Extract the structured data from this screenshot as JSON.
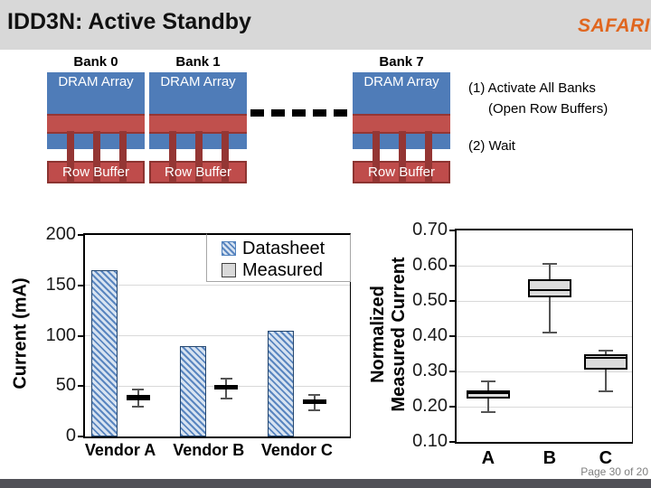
{
  "header": {
    "title": "IDD3N: Active Standby",
    "logo": "SAFARI"
  },
  "banks": [
    {
      "name": "Bank 0",
      "array_label": "DRAM Array",
      "buffer_label": "Row Buffer"
    },
    {
      "name": "Bank 1",
      "array_label": "DRAM Array",
      "buffer_label": "Row Buffer"
    },
    {
      "name": "Bank 7",
      "array_label": "DRAM Array",
      "buffer_label": "Row Buffer"
    }
  ],
  "annotations": {
    "step1": "(1) Activate All Banks",
    "step1_sub": "(Open Row Buffers)",
    "step2": "(2) Wait"
  },
  "footer": {
    "page_label": "Page 30 of 20"
  },
  "colors": {
    "title_band": "#d8d8d8",
    "logo_orange": "#e0661f",
    "dram_blue": "#4f7cb8",
    "row_red": "#c0504d",
    "dark_red": "#943634",
    "hatch_blue": "#4f81bd",
    "footer_bar": "#515157"
  },
  "chart_data": [
    {
      "type": "bar",
      "title": "",
      "categories": [
        "Vendor A",
        "Vendor B",
        "Vendor C"
      ],
      "ylabel": "Current (mA)",
      "ylim": [
        0,
        200
      ],
      "yticks": [
        0,
        50,
        100,
        150,
        200
      ],
      "grid": true,
      "legend_position": "top-right",
      "series": [
        {
          "name": "Datasheet",
          "style": "hatched-bar",
          "values": [
            165,
            90,
            105
          ]
        },
        {
          "name": "Measured",
          "style": "boxplot",
          "boxes": [
            {
              "low": 30,
              "q1": 36,
              "median": 38.5,
              "q3": 41,
              "high": 47
            },
            {
              "low": 38,
              "q1": 46.5,
              "median": 49,
              "q3": 51.5,
              "high": 57
            },
            {
              "low": 26,
              "q1": 32.5,
              "median": 34.5,
              "q3": 37,
              "high": 41
            }
          ]
        }
      ]
    },
    {
      "type": "boxplot",
      "title": "",
      "categories": [
        "A",
        "B",
        "C"
      ],
      "ylabel": "Normalized Measured Current",
      "ylim": [
        0.1,
        0.7
      ],
      "yticks": [
        0.1,
        0.2,
        0.3,
        0.4,
        0.5,
        0.6,
        0.7
      ],
      "grid": true,
      "boxes": [
        {
          "low": 0.185,
          "q1": 0.222,
          "median": 0.238,
          "q3": 0.247,
          "high": 0.272
        },
        {
          "low": 0.41,
          "q1": 0.51,
          "median": 0.53,
          "q3": 0.562,
          "high": 0.605
        },
        {
          "low": 0.243,
          "q1": 0.305,
          "median": 0.338,
          "q3": 0.35,
          "high": 0.358
        }
      ]
    }
  ]
}
